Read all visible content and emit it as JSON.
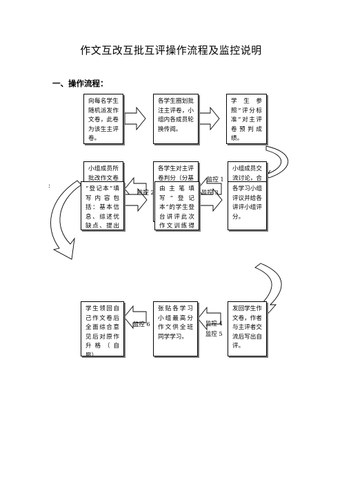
{
  "title": "作文互改互批互评操作流程及监控说明",
  "section_heading": "一、操作流程：",
  "margin_mark": ":",
  "boxes": {
    "r1c1": "向每名学生随机派发作文卷，此卷为该生主评卷。",
    "r1c2": "各学生圈划批注主评卷，小组内各成员轮换传阅。",
    "r1c3": "学生参照“评分标准”对主评卷预判成绩。",
    "r2c1": "小组成员所批改作文卷统一交给某一成员，由该生主笔填写“登记本”",
    "r2c2": "各学生对主评卷判分（分基础等级和发展等级）成绩并写出评语。",
    "r2c3": "小组成员交流讨论，合议后对组内成员所评卷排序。",
    "r3c1": "“登记本”填写内容包括：基本信息、综述优缺点、提出意见建议",
    "r3c2": "由主笔填写“登记本”的学生登台讲评此次作文训练得与失",
    "r3c3": "各学习小组评议并给各讲评小组评分。",
    "r4c1": "学生领回自己作文卷后全面综合意见后对原作升格（自愿）。",
    "r4c2": "张贴各学习小组最高分作文供全班同学学习。",
    "r4c3": "发回学生作文卷，作者与主评者交流后写出自评。"
  },
  "monitors": {
    "m1": "监控 1",
    "m2": "监控 2",
    "m3": "监控 3",
    "m4": "监控 4",
    "m5": "监控 5",
    "m6": "监控 6"
  }
}
